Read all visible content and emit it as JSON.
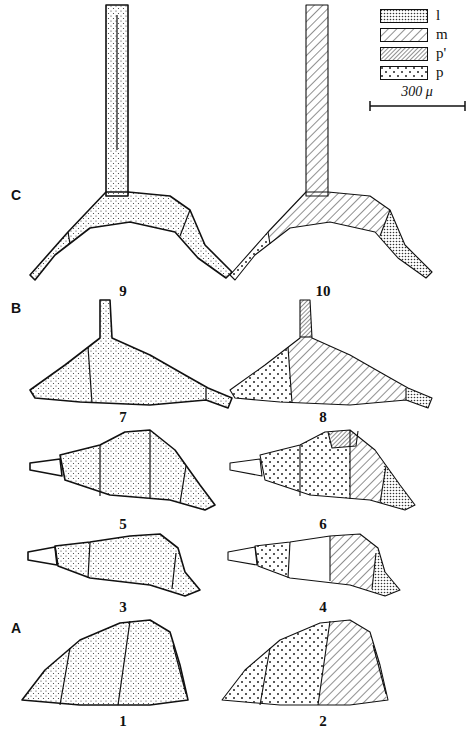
{
  "diagram": {
    "labels": [
      "C",
      "9",
      "10",
      "B",
      "7",
      "8",
      "5",
      "6",
      "3",
      "4",
      "A",
      "1",
      "2",
      "300 μ"
    ],
    "legend": [
      {
        "text": "l"
      },
      {
        "text": "m"
      },
      {
        "text": "p'"
      },
      {
        "text": "p"
      }
    ]
  }
}
